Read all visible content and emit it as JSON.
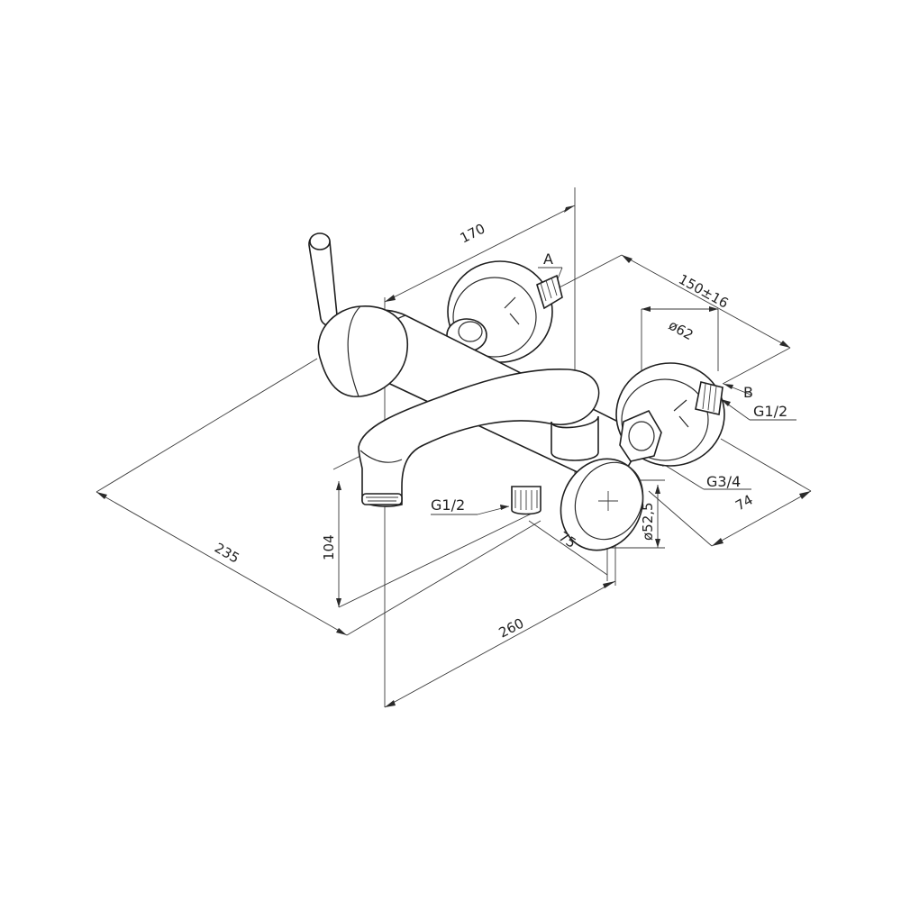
{
  "dimensions": {
    "d170": "170",
    "d150": "150±16",
    "d62": "ø62",
    "d74": "74",
    "d235": "235",
    "d104": "104",
    "d75": "75",
    "d260": "260",
    "d52": "ø52,5"
  },
  "callouts": {
    "a": "A",
    "b": "B",
    "g12_right": "G1/2",
    "g34": "G3/4",
    "g12_bottom": "G1/2"
  },
  "colors": {
    "line": "#2a2a2a",
    "background": "#ffffff"
  }
}
